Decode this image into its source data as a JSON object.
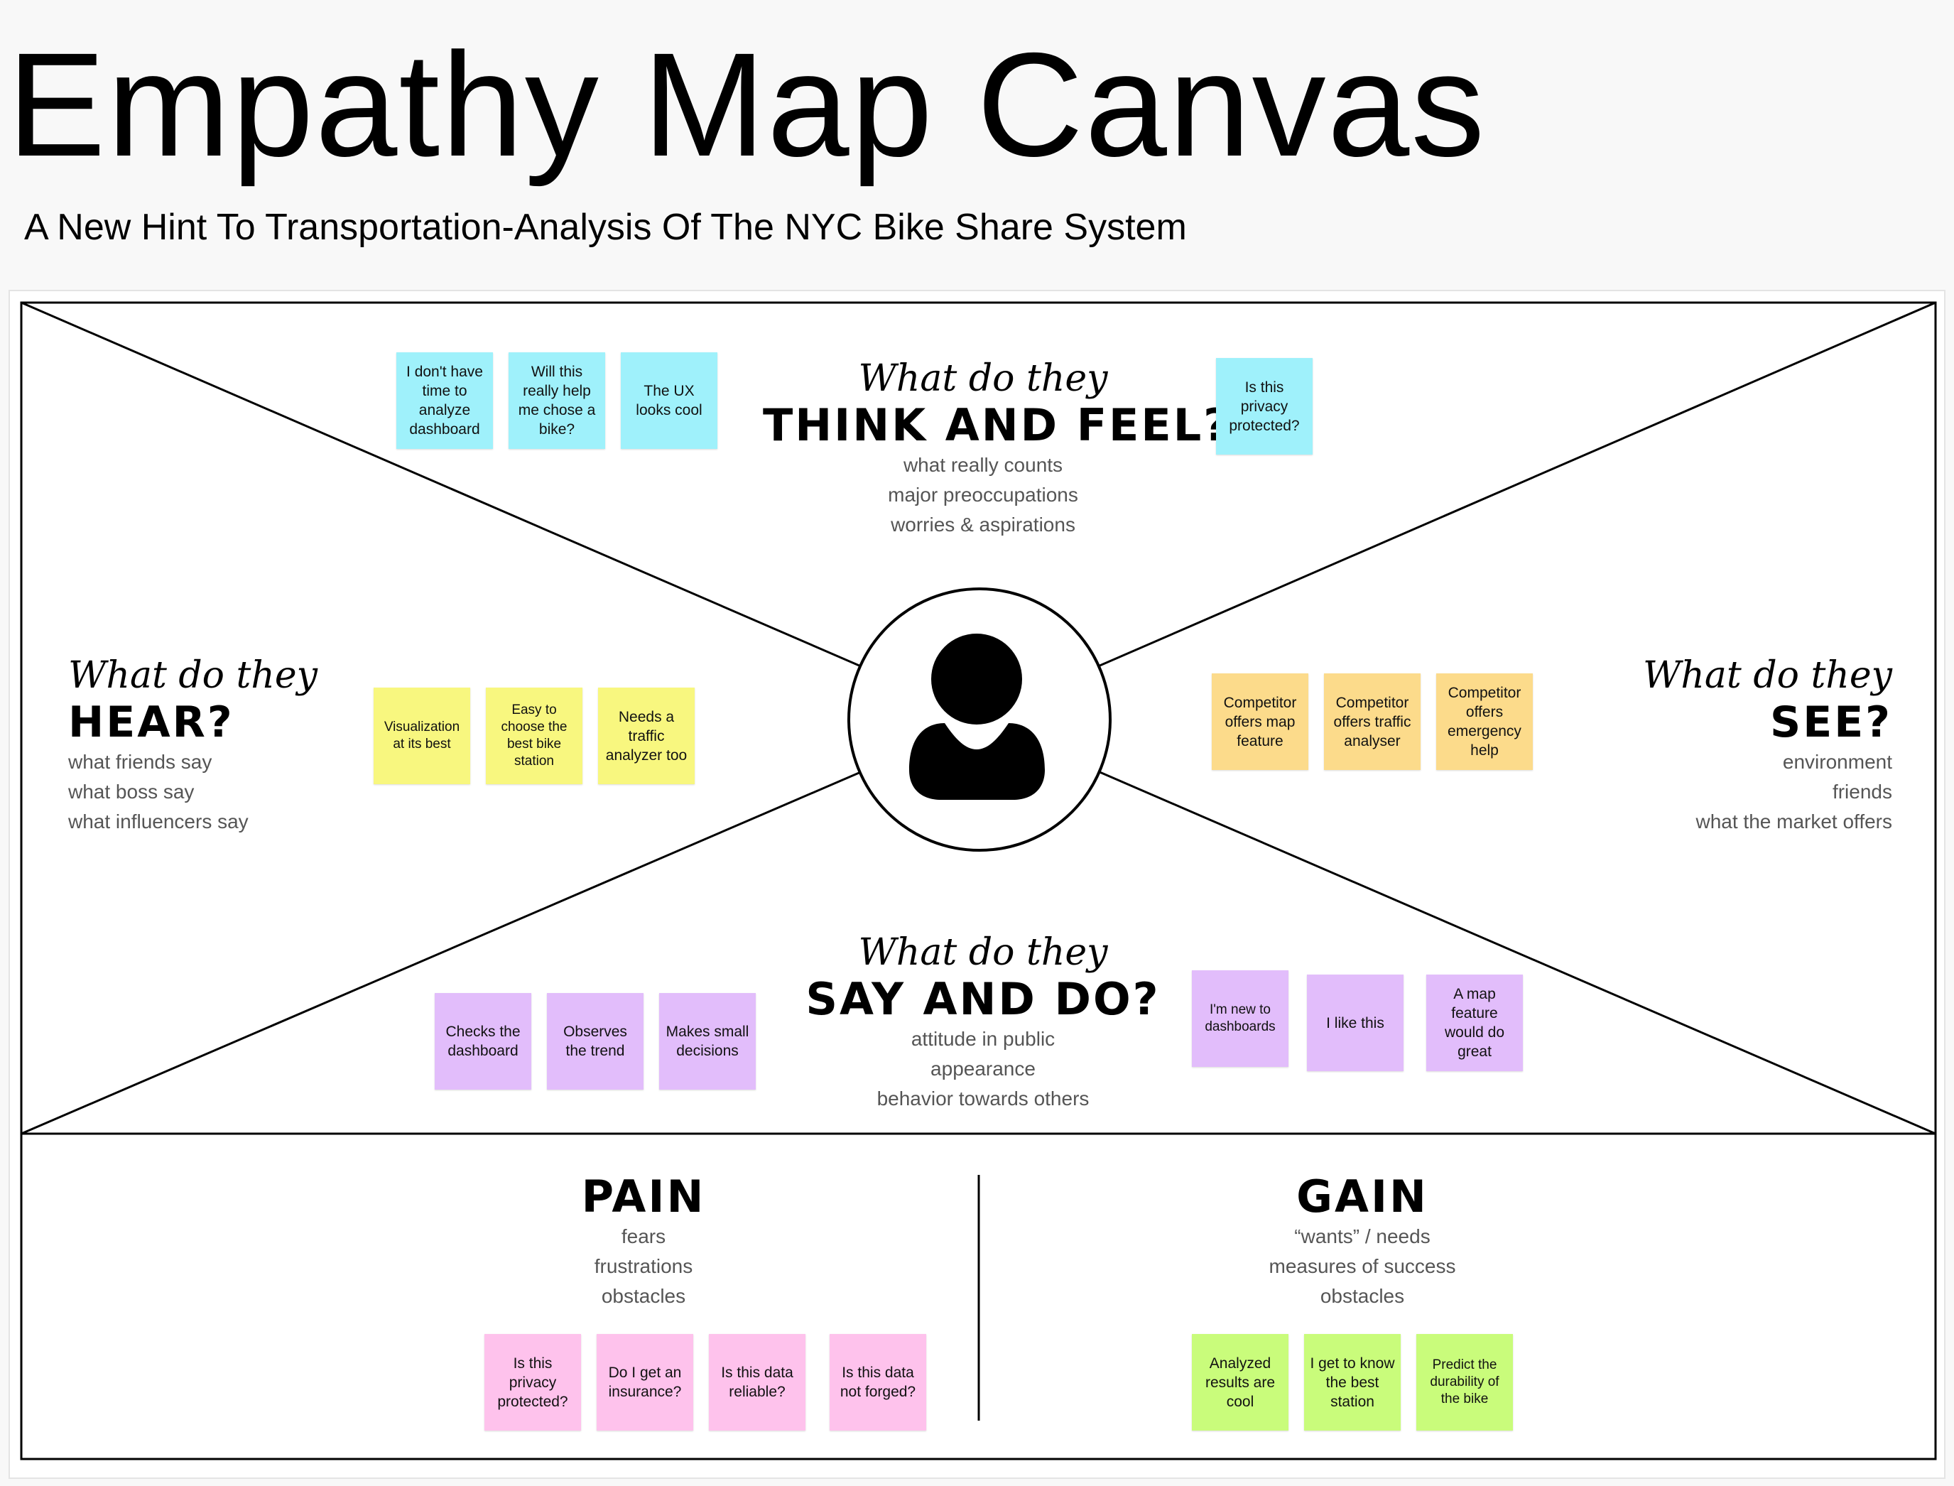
{
  "title": "Empathy Map Canvas",
  "subtitle": "A New Hint To Transportation-Analysis Of The NYC Bike Share System",
  "think_feel": {
    "script": "What do they",
    "heading": "THINK AND FEEL?",
    "lines": [
      "what really counts",
      "major preoccupations",
      "worries & aspirations"
    ],
    "notes": [
      "I don't have time to analyze dashboard",
      "Will this really help me chose a bike?",
      "The UX looks cool",
      "Is this privacy protected?"
    ]
  },
  "hear": {
    "script": "What do they",
    "heading": "HEAR?",
    "lines": [
      "what friends say",
      "what boss say",
      "what influencers say"
    ],
    "notes": [
      "Visualization at its best",
      "Easy to choose the best bike station",
      "Needs a traffic analyzer too"
    ]
  },
  "see": {
    "script": "What do they",
    "heading": "SEE?",
    "lines": [
      "environment",
      "friends",
      "what the market offers"
    ],
    "notes": [
      "Competitor offers map feature",
      "Competitor offers traffic analyser",
      "Competitor offers emergency help"
    ]
  },
  "say_do": {
    "script": "What do they",
    "heading": "SAY AND DO?",
    "lines": [
      "attitude in public",
      "appearance",
      "behavior towards others"
    ],
    "notes": [
      "Checks the dashboard",
      "Observes the trend",
      "Makes small decisions",
      "I'm new to dashboards",
      "I like this",
      "A map feature would do great"
    ]
  },
  "pain": {
    "heading": "PAIN",
    "lines": [
      "fears",
      "frustrations",
      "obstacles"
    ],
    "notes": [
      "Is this privacy protected?",
      "Do I get an insurance?",
      "Is this data reliable?",
      "Is this data not forged?"
    ]
  },
  "gain": {
    "heading": "GAIN",
    "lines": [
      "“wants” / needs",
      "measures of success",
      "obstacles"
    ],
    "notes": [
      "Analyzed results are cool",
      "I get to know the best station",
      "Predict the durability of the bike"
    ]
  },
  "icons": {
    "center": "user-avatar-icon"
  },
  "colors": {
    "think_feel_notes": "#9ff1fb",
    "hear_notes": "#f8f77f",
    "see_notes": "#fcdb8b",
    "say_do_notes": "#e2bdfb",
    "pain_notes": "#fec2ec",
    "gain_notes": "#c9fc7b"
  }
}
